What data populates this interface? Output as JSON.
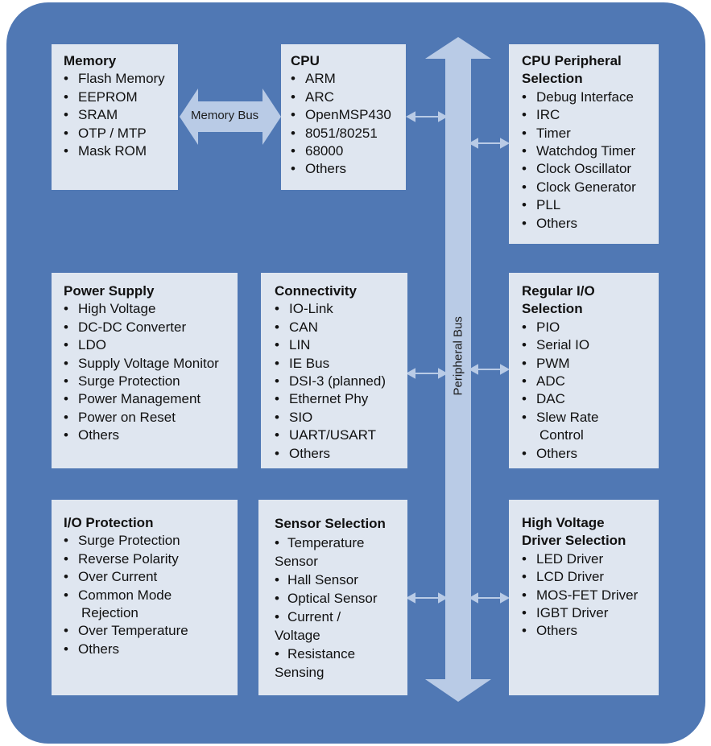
{
  "colors": {
    "chip_bg": "#5078b4",
    "box_bg": "#dfe6f0",
    "arrow": "#b9cbe6"
  },
  "labels": {
    "memory_bus": "Memory Bus",
    "peripheral_bus": "Peripheral Bus"
  },
  "blocks": {
    "memory": {
      "title": [
        "Memory"
      ],
      "items": [
        "Flash Memory",
        "EEPROM",
        "SRAM",
        "OTP / MTP",
        "Mask ROM"
      ]
    },
    "cpu": {
      "title": [
        "CPU"
      ],
      "items": [
        "ARM",
        "ARC",
        "OpenMSP430",
        "8051/80251",
        "68000",
        "Others"
      ]
    },
    "cpu_peripheral": {
      "title": [
        "CPU Peripheral",
        "Selection"
      ],
      "items": [
        "Debug Interface",
        "IRC",
        "Timer",
        "Watchdog Timer",
        "Clock Oscillator",
        "Clock Generator",
        "PLL",
        "Others"
      ]
    },
    "power_supply": {
      "title": [
        "Power Supply"
      ],
      "items": [
        "High Voltage",
        "DC-DC Converter",
        "LDO",
        "Supply Voltage Monitor",
        "Surge Protection",
        "Power Management",
        "Power on Reset",
        "Others"
      ]
    },
    "connectivity": {
      "title": [
        "Connectivity"
      ],
      "items": [
        "IO-Link",
        "CAN",
        "LIN",
        "IE Bus",
        "DSI-3 (planned)",
        "Ethernet Phy",
        "SIO",
        "UART/USART",
        "Others"
      ]
    },
    "regular_io": {
      "title": [
        "Regular I/O",
        "Selection"
      ],
      "items": [
        "PIO",
        "Serial IO",
        "PWM",
        "ADC",
        "DAC",
        "Slew Rate",
        "Control",
        "Others"
      ]
    },
    "io_protection": {
      "title": [
        "I/O Protection"
      ],
      "items": [
        "Surge Protection",
        "Reverse Polarity",
        "Over Current",
        "Common Mode",
        "Rejection",
        "Over Temperature",
        "Others"
      ]
    },
    "sensor": {
      "title": [
        "Sensor Selection"
      ],
      "items": [
        "Temperature",
        "Sensor",
        "Hall Sensor",
        "Optical Sensor",
        "Current /",
        "Voltage",
        "Resistance",
        "Sensing"
      ]
    },
    "hv_driver": {
      "title": [
        "High Voltage",
        "Driver Selection"
      ],
      "items": [
        "LED Driver",
        "LCD Driver",
        "MOS-FET Driver",
        "IGBT Driver",
        "Others"
      ]
    }
  }
}
